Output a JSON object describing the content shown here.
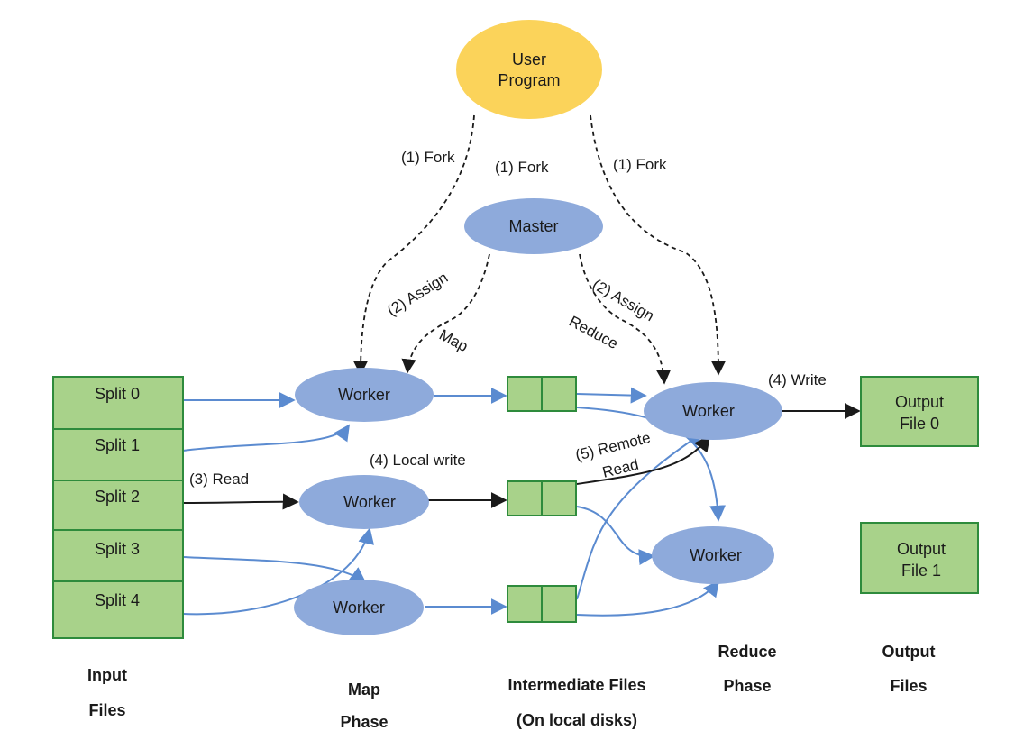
{
  "user_program": {
    "line1": "User",
    "line2": "Program"
  },
  "master": "Master",
  "workers": {
    "map_0": "Worker",
    "map_1": "Worker",
    "map_2": "Worker",
    "reduce_0": "Worker",
    "reduce_1": "Worker"
  },
  "splits": [
    "Split 0",
    "Split 1",
    "Split 2",
    "Split 3",
    "Split 4"
  ],
  "outputs": [
    {
      "line1": "Output",
      "line2": "File 0"
    },
    {
      "line1": "Output",
      "line2": "File 1"
    }
  ],
  "edge_labels": {
    "fork_left": "(1) Fork",
    "fork_center": "(1) Fork",
    "fork_right": "(1) Fork",
    "assign_map_1": "(2) Assign",
    "assign_map_2": "Map",
    "assign_reduce_1": "(2) Assign",
    "assign_reduce_2": "Reduce",
    "read": "(3) Read",
    "local_write": "(4) Local write",
    "remote_read_1": "(5) Remote",
    "remote_read_2": "Read",
    "write": "(4) Write"
  },
  "phases": {
    "input": {
      "line1": "Input",
      "line2": "Files"
    },
    "map": {
      "line1": "Map",
      "line2": "Phase"
    },
    "intermediate": {
      "line1": "Intermediate Files",
      "line2": "(On local disks)"
    },
    "reduce": {
      "line1": "Reduce",
      "line2": "Phase"
    },
    "output": {
      "line1": "Output",
      "line2": "Files"
    }
  },
  "colors": {
    "user_program": "#fbd35a",
    "worker": "#8eaadb",
    "file_fill": "#a8d28a",
    "file_border": "#2e8b3c",
    "data_arrow": "#5b8bd0",
    "control_arrow": "#1a1a1a"
  }
}
